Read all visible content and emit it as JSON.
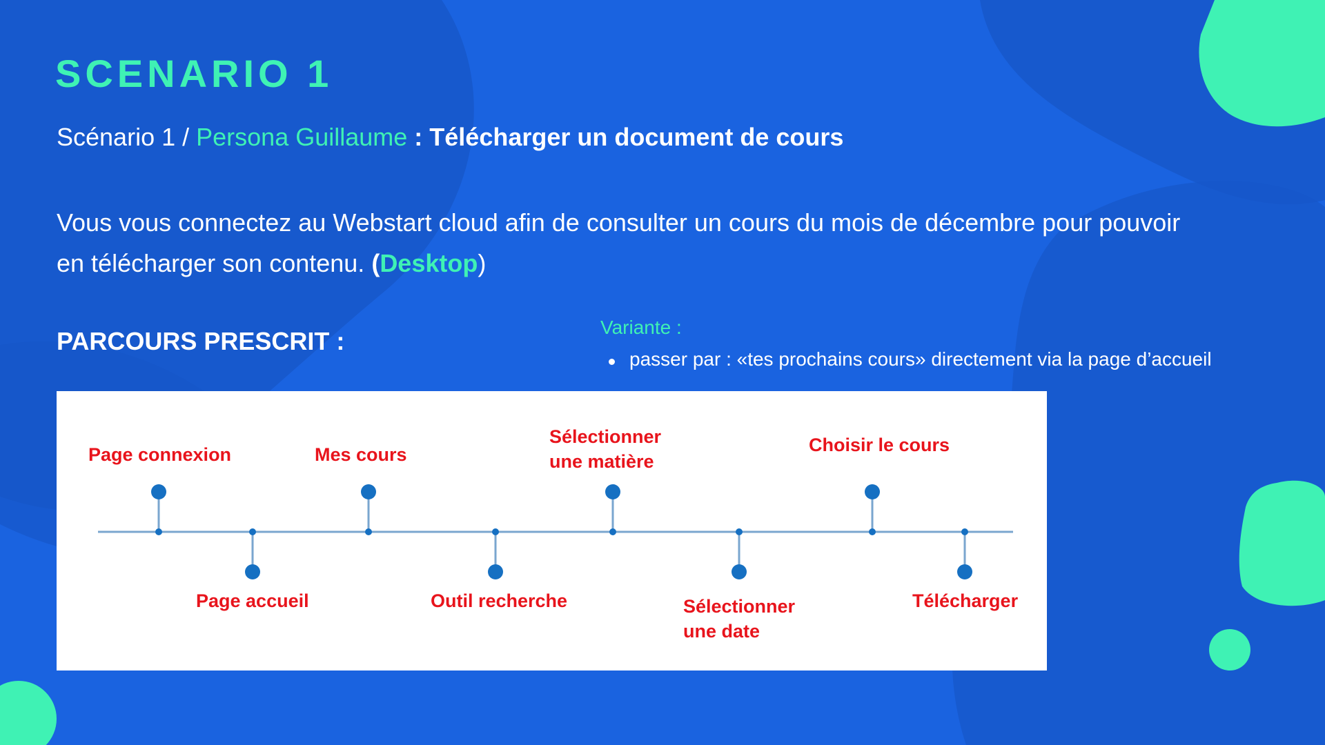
{
  "slide": {
    "title": "SCENARIO 1",
    "subtitle": {
      "prefix": "Scénario 1 / ",
      "persona": "Persona Guillaume",
      "task": " : Télécharger un document de cours"
    },
    "description": {
      "text": "Vous vous connectez au Webstart cloud afin de consulter un cours du mois de décembre pour pouvoir en télécharger son contenu. ",
      "open_paren": "(",
      "device": "Desktop",
      "close_paren": ")"
    },
    "parcours_heading": "PARCOURS PRESCRIT :",
    "variant": {
      "label": "Variante :",
      "items": [
        "passer par : «tes prochains cours» directement via la page d’accueil"
      ]
    },
    "colors": {
      "background": "#1a63e0",
      "accent": "#3ff2b4",
      "timeline_label": "#e8141c",
      "timeline_marker": "#1670c2"
    }
  },
  "timeline": {
    "steps": [
      {
        "lines": [
          "Page connexion"
        ],
        "side": "above"
      },
      {
        "lines": [
          "Page accueil"
        ],
        "side": "below"
      },
      {
        "lines": [
          "Mes cours"
        ],
        "side": "above"
      },
      {
        "lines": [
          "Outil recherche"
        ],
        "side": "below"
      },
      {
        "lines": [
          "Sélectionner",
          "une matière"
        ],
        "side": "above"
      },
      {
        "lines": [
          "Sélectionner",
          "une date"
        ],
        "side": "below"
      },
      {
        "lines": [
          "Choisir le cours"
        ],
        "side": "above"
      },
      {
        "lines": [
          "Télécharger"
        ],
        "side": "below"
      }
    ]
  }
}
